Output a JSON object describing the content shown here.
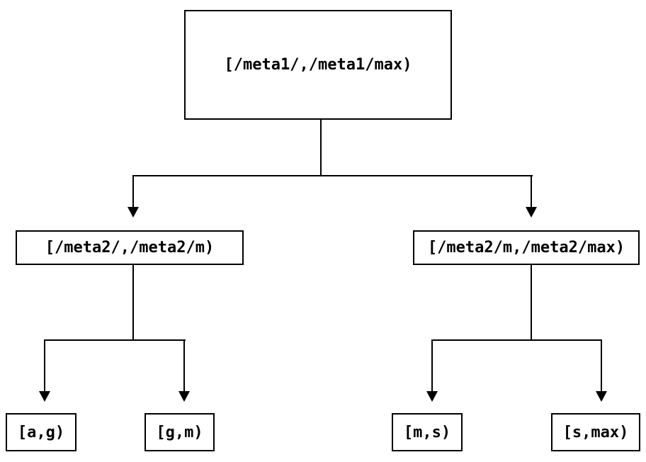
{
  "diagram": {
    "type": "tree",
    "background_color": "#ffffff",
    "line_color": "#000000",
    "text_color": "#000000",
    "nodes": {
      "root": {
        "label": "[/meta1/,/meta1/max)"
      },
      "left": {
        "label": "[/meta2/,/meta2/m)"
      },
      "right": {
        "label": "[/meta2/m,/meta2/max)"
      },
      "leaf_ag": {
        "label": "[a,g)"
      },
      "leaf_gm": {
        "label": "[g,m)"
      },
      "leaf_ms": {
        "label": "[m,s)"
      },
      "leaf_smax": {
        "label": "[s,max)"
      }
    },
    "edges": [
      {
        "from": "root",
        "to": "left"
      },
      {
        "from": "root",
        "to": "right"
      },
      {
        "from": "left",
        "to": "leaf_ag"
      },
      {
        "from": "left",
        "to": "leaf_gm"
      },
      {
        "from": "right",
        "to": "leaf_ms"
      },
      {
        "from": "right",
        "to": "leaf_smax"
      }
    ]
  }
}
